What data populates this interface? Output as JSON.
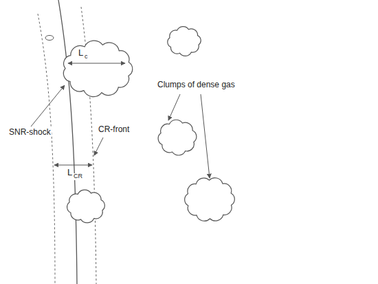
{
  "diagram": {
    "labels": [
      "SNR-shock",
      "CR-front",
      "L",
      "CR",
      "L",
      "c",
      "Clumps of dense gas"
    ]
  }
}
